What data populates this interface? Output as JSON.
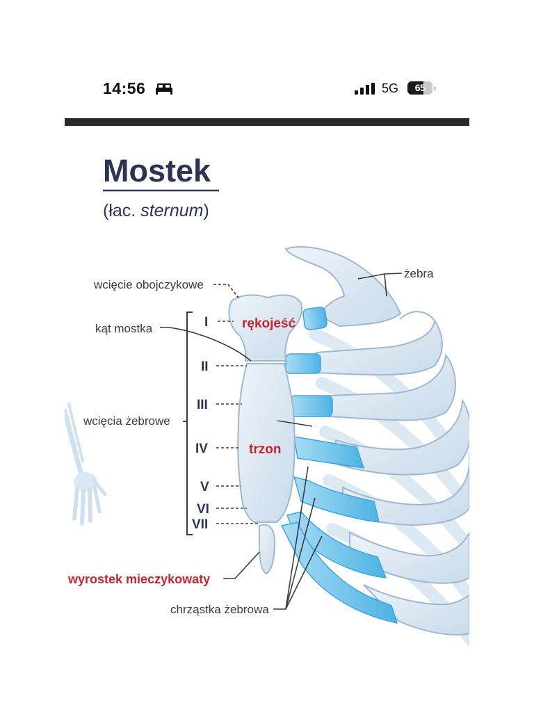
{
  "status_bar": {
    "time": "14:56",
    "network": "5G",
    "battery_percent": "65",
    "battery_level": 0.65,
    "icons": [
      "bed-icon",
      "cellular-signal-icon",
      "battery-icon"
    ]
  },
  "diagram": {
    "title": "Mostek",
    "subtitle_prefix": "(łac. ",
    "subtitle_latin": "sternum",
    "subtitle_suffix": ")",
    "labels": {
      "wciecie_obojczykowe": "wcięcie obojczykowe",
      "kat_mostka": "kąt mostka",
      "wciecia_zebrowe": "wcięcia żebrowe",
      "rekojesc": "rękojeść",
      "trzon": "trzon",
      "zebra": "żebra",
      "wyrostek": "wyrostek mieczykowaty",
      "chrzastka": "chrząstka żebrowa"
    },
    "numerals": [
      "I",
      "II",
      "III",
      "IV",
      "V",
      "VI",
      "VII"
    ],
    "colors": {
      "title": "#2d3352",
      "label": "#3a3a46",
      "highlight": "#c4262e",
      "bone": "#dce8f3",
      "bone_outline": "#9fb8cd",
      "cartilage": "#62bde8",
      "ghost_bone": "#cfe0ef"
    }
  }
}
